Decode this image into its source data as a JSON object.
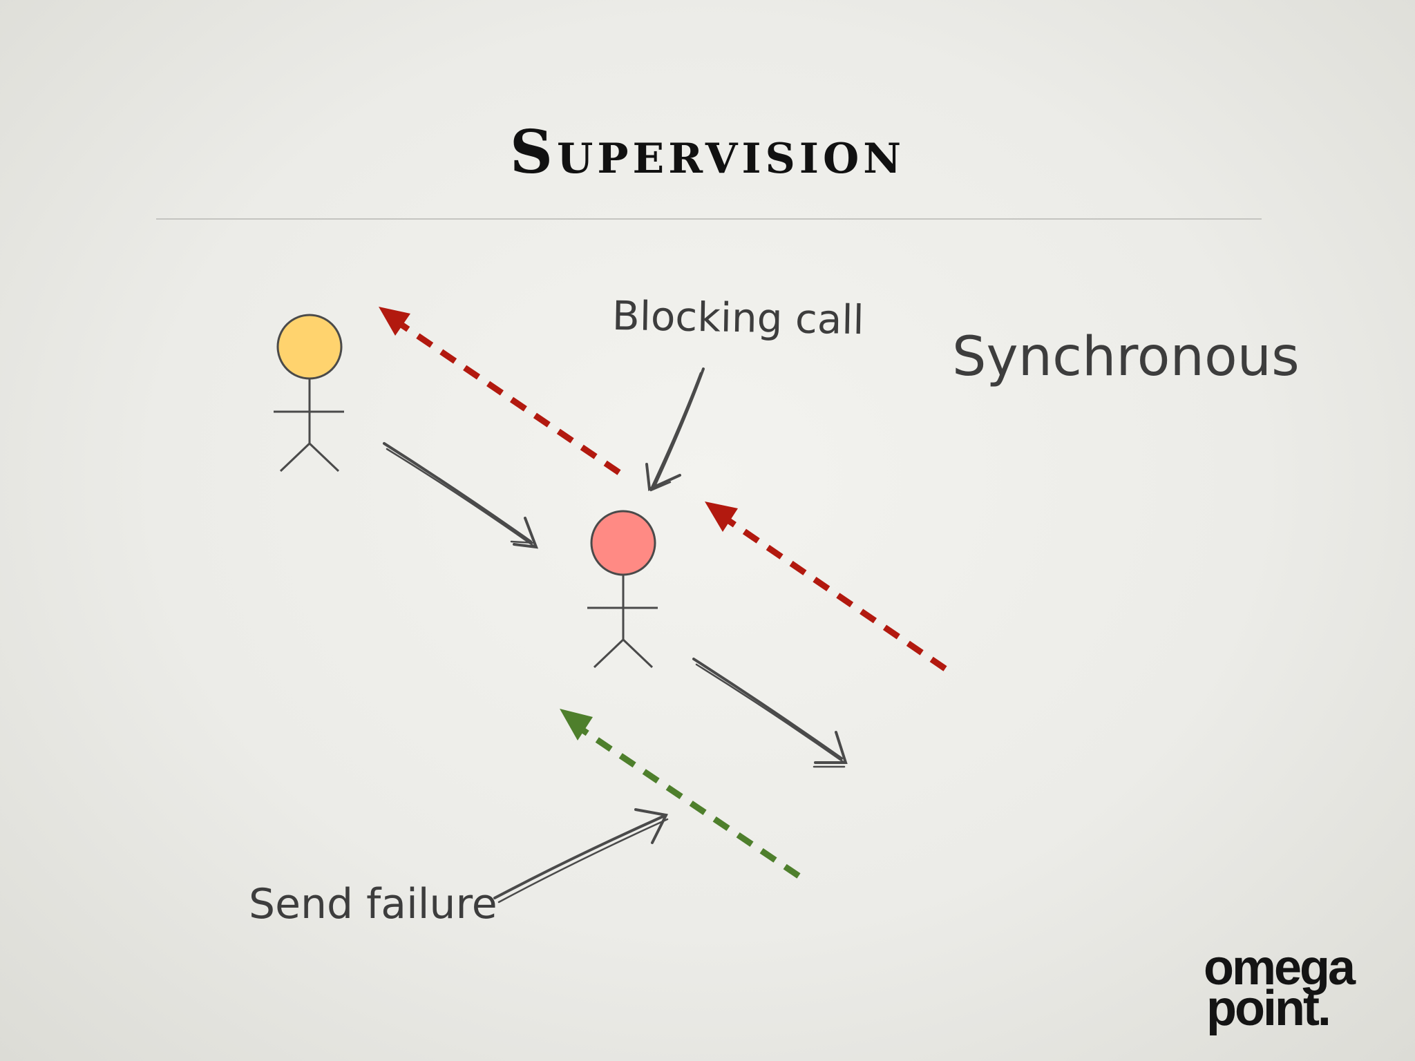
{
  "slide": {
    "title": "Supervision",
    "labels": {
      "blocking_call": "Blocking call",
      "synchronous": "Synchronous",
      "send_failure": "Send failure"
    },
    "logo": {
      "line1": "omega",
      "line2": "point."
    }
  },
  "colors": {
    "supervisor_head": "#ffd36e",
    "worker_head": "#ff8a84",
    "figure_stroke": "#4a4a4a",
    "dashed_red": "#b2190f",
    "dashed_green": "#4e7f2c",
    "sketch_arrow": "#4a4a4a"
  },
  "icons": [
    "stick-figure-supervisor-icon",
    "stick-figure-worker-icon"
  ]
}
